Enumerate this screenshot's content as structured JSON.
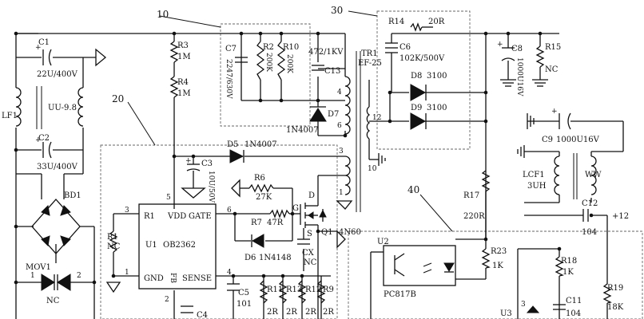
{
  "blocks": {
    "b10": "10",
    "b20": "20",
    "b30": "30",
    "b40": "40"
  },
  "components": {
    "c1": {
      "ref": "C1",
      "value": "22U/400V"
    },
    "c2": {
      "ref": "C2",
      "value": "33U/400V"
    },
    "lf1": {
      "ref": "LF1",
      "value": "UU-9.8"
    },
    "bd1": {
      "ref": "BD1"
    },
    "mov1": {
      "ref": "MOV1",
      "value": "NC",
      "pin1": "1",
      "pin2": "2"
    },
    "r1": {
      "ref": "R1",
      "value": "NC"
    },
    "r3": {
      "ref": "R3",
      "value": "1M"
    },
    "r4": {
      "ref": "R4",
      "value": "1M"
    },
    "c7": {
      "ref": "C7",
      "value": "2247/630V"
    },
    "r2": {
      "ref": "R2",
      "value": "200K"
    },
    "r10": {
      "ref": "R10",
      "value": "200K"
    },
    "c13": {
      "ref": "C13",
      "value": "472/1KV"
    },
    "d7": {
      "ref": "D7",
      "value": "1N4007"
    },
    "d5": {
      "ref": "D5",
      "value": "1N4007"
    },
    "c3": {
      "ref": "C3",
      "value": "10U/50V"
    },
    "r6": {
      "ref": "R6",
      "value": "27K"
    },
    "r7": {
      "ref": "R7",
      "value": "47R"
    },
    "d6": {
      "ref": "D6",
      "value": "1N4148"
    },
    "q1": {
      "ref": "Q1",
      "value": "4N60",
      "g": "G",
      "d": "D",
      "s": "S"
    },
    "cx": {
      "ref": "CX",
      "value": "NC"
    },
    "c5": {
      "ref": "C5",
      "value": "101"
    },
    "c4": {
      "ref": "C4"
    },
    "r11": {
      "ref": "R11",
      "value": "2R"
    },
    "r13": {
      "ref": "R13",
      "value": "2R"
    },
    "r12": {
      "ref": "R12",
      "value": "2R"
    },
    "r9": {
      "ref": "R9",
      "value": "2R"
    },
    "u1": {
      "ref": "U1",
      "part": "OB2362",
      "r1": "R1",
      "vdd": "VDD",
      "gate": "GATE",
      "gnd": "GND",
      "fb": "FB",
      "sense": "SENSE",
      "p3": "3",
      "p5": "5",
      "p6": "6",
      "p1": "1",
      "p2": "2",
      "p4": "4"
    },
    "tr1": {
      "ref": "TR1",
      "value": "EF-25",
      "p4": "4",
      "p6": "6",
      "p12": "12",
      "p3": "3",
      "p1": "1",
      "p10": "10"
    },
    "r14": {
      "ref": "R14",
      "value": "20R"
    },
    "c6": {
      "ref": "C6",
      "value": "102K/500V"
    },
    "d8": {
      "ref": "D8",
      "value": "3100"
    },
    "d9": {
      "ref": "D9",
      "value": "3100"
    },
    "c8": {
      "ref": "C8",
      "value": "1000U16V"
    },
    "r15": {
      "ref": "R15",
      "value": "NC"
    },
    "c9": {
      "ref": "C9",
      "value": "1000U16V"
    },
    "lcf1": {
      "ref": "LCF1",
      "value": "3UH",
      "ww": "WW"
    },
    "c12": {
      "ref": "C12",
      "value": "104"
    },
    "out": {
      "value": "+12"
    },
    "r17": {
      "ref": "R17",
      "value": "220R"
    },
    "u2": {
      "ref": "U2",
      "part": "PC817B"
    },
    "r23": {
      "ref": "R23",
      "value": "1K"
    },
    "r18": {
      "ref": "R18",
      "value": "1K"
    },
    "r19": {
      "ref": "R19",
      "value": "18K"
    },
    "u3": {
      "ref": "U3",
      "pin": "3"
    },
    "c11": {
      "ref": "C11",
      "value": "104"
    }
  }
}
